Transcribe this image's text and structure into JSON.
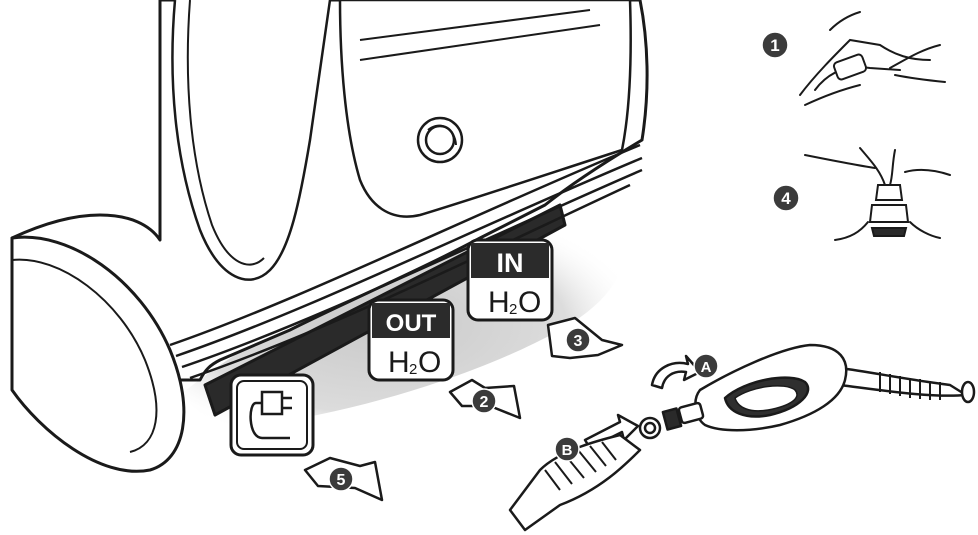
{
  "step_badges": [
    "1",
    "2",
    "3",
    "4",
    "5"
  ],
  "letter_badges": [
    "A",
    "B"
  ],
  "water_in_icon": {
    "top": "IN",
    "bottom": "H",
    "sub": "2",
    "tail": "O"
  },
  "water_out_icon": {
    "top": "OUT",
    "bottom": "H",
    "sub": "2",
    "tail": "O"
  },
  "power_icon": "power-plug-icon",
  "colors": {
    "badge_fill": "#3b3b3b",
    "badge_text": "#ffffff",
    "shadow": "#d9d9d9",
    "ink": "#1a1a1a"
  }
}
